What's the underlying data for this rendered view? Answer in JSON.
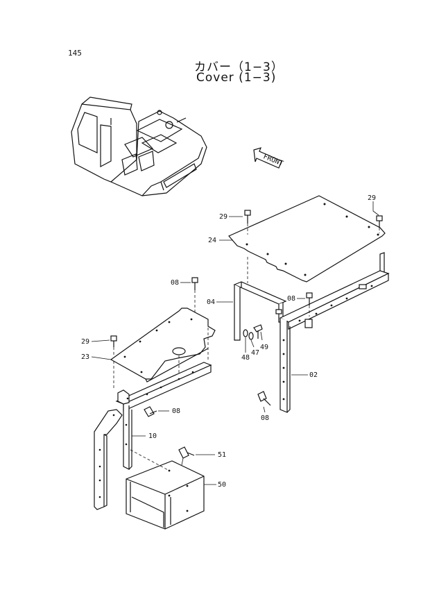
{
  "page_number": "145",
  "title_jp": "カバー（1−3）",
  "title_en": "Cover (1−3)",
  "front_label": "FRONT",
  "callouts": {
    "c29a": "29",
    "c29b": "29",
    "c24": "24",
    "c08a": "08",
    "c04": "04",
    "c08b": "08",
    "c29c": "29",
    "c23": "23",
    "c48": "48",
    "c47": "47",
    "c49": "49",
    "c02": "02",
    "c08c": "08",
    "c08d": "08",
    "c10": "10",
    "c51": "51",
    "c50": "50"
  }
}
